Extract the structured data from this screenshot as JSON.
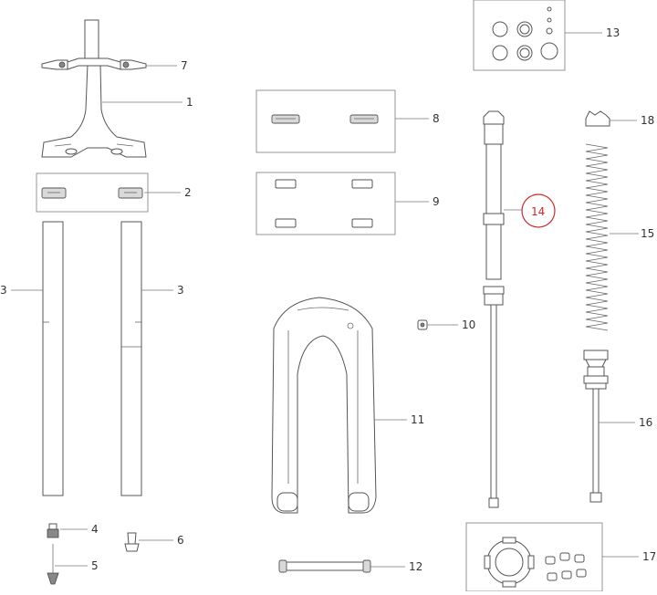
{
  "diagram": {
    "callouts": [
      {
        "id": "c1",
        "label": "1"
      },
      {
        "id": "c2",
        "label": "2"
      },
      {
        "id": "c3a",
        "label": "3"
      },
      {
        "id": "c3b",
        "label": "3"
      },
      {
        "id": "c4",
        "label": "4"
      },
      {
        "id": "c5",
        "label": "5"
      },
      {
        "id": "c6",
        "label": "6"
      },
      {
        "id": "c7",
        "label": "7"
      },
      {
        "id": "c8",
        "label": "8"
      },
      {
        "id": "c9",
        "label": "9"
      },
      {
        "id": "c10",
        "label": "10"
      },
      {
        "id": "c11",
        "label": "11"
      },
      {
        "id": "c12",
        "label": "12"
      },
      {
        "id": "c13",
        "label": "13"
      },
      {
        "id": "c14",
        "label": "14"
      },
      {
        "id": "c15",
        "label": "15"
      },
      {
        "id": "c16",
        "label": "16"
      },
      {
        "id": "c17",
        "label": "17"
      },
      {
        "id": "c18",
        "label": "18"
      }
    ],
    "highlighted_callout": "14",
    "highlight_color": "#cc2a2a",
    "line_color": "#555555"
  }
}
